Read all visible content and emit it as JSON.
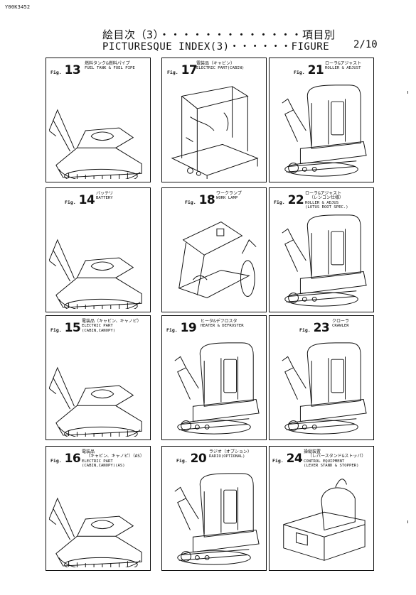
{
  "doc_code": "Y00K3452",
  "title_jp": "絵目次（3）・・・・・・・・・・・・・項目別",
  "title_en": "PICTURESQUE INDEX(3)・・・・・・FIGURE",
  "page": "2/10",
  "fig_word": "Fig.",
  "cells": [
    {
      "num": "13",
      "jp": "燃料タンク&燃料パイプ",
      "en": [
        "FUEL TANK & FUEL PIPE"
      ],
      "illustration": "fuel-tank-excavator"
    },
    {
      "num": "17",
      "jp": "電装品（キャビン）",
      "en": [
        "ELECTRIC PART(CABIN)"
      ],
      "illustration": "cabin-electric-frame"
    },
    {
      "num": "21",
      "jp": "ローラ&アジャスト",
      "en": [
        "ROLLER & ADJUST"
      ],
      "illustration": "cabin-excavator-roller"
    },
    {
      "num": "14",
      "jp": "バッテリ",
      "en": [
        "BATTERY"
      ],
      "illustration": "battery-excavator"
    },
    {
      "num": "18",
      "jp": "ワークランプ",
      "en": [
        "WORK LAMP"
      ],
      "illustration": "work-lamp-boom"
    },
    {
      "num": "22",
      "jp": "ローラ&アジャスト\n（レンコン仕様）",
      "en": [
        "ROLLER & ADJUS",
        "(LOTUS ROOT SPEC.)"
      ],
      "illustration": "cabin-excavator-roller-lotus"
    },
    {
      "num": "15",
      "jp": "電装品（キャビン、キャノピ）",
      "en": [
        "ELECTRIC PART",
        "(CABIN,CANOPY)"
      ],
      "illustration": "canopy-electric"
    },
    {
      "num": "19",
      "jp": "ヒータ&デフロスタ",
      "en": [
        "HEATER & DEFROSTER"
      ],
      "illustration": "heater-cabin"
    },
    {
      "num": "23",
      "jp": "クローラ",
      "en": [
        "CRAWLER"
      ],
      "illustration": "crawler-cabin"
    },
    {
      "num": "16",
      "jp": "電装品\n（キャビン、キャノピ）（AS）",
      "en": [
        "ELECTRIC PART",
        "(CABIN,CANOPY)(AS)"
      ],
      "illustration": "canopy-electric-as"
    },
    {
      "num": "20",
      "jp": "ラジオ（オプション）",
      "en": [
        "RADIO(OPTIONAL)"
      ],
      "illustration": "radio-cabin"
    },
    {
      "num": "24",
      "jp": "操縦装置\n（レバースタンド&ストッパ）",
      "en": [
        "CONTROL EQUIPMENT",
        "(LEVER STAND & STOPPER)"
      ],
      "illustration": "control-lever-stand"
    }
  ]
}
